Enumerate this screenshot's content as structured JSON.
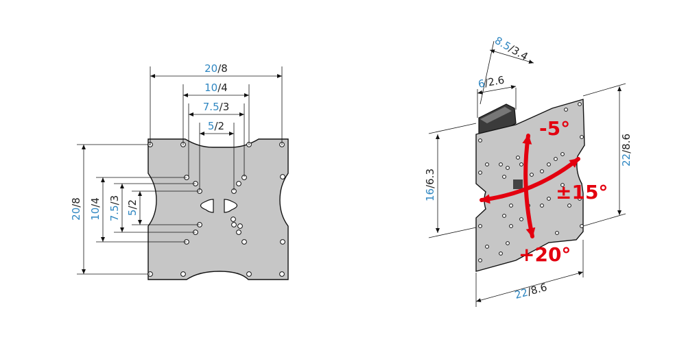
{
  "colors": {
    "metric": "#2e86c1",
    "imperial": "#222222",
    "rotation": "#e3000f",
    "plate": "#c6c6c6",
    "line": "#111111"
  },
  "front_view": {
    "width_labels": [
      {
        "metric": "20",
        "imperial": "8"
      },
      {
        "metric": "10",
        "imperial": "4"
      },
      {
        "metric": "7.5",
        "imperial": "3"
      },
      {
        "metric": "5",
        "imperial": "2"
      }
    ],
    "height_labels": [
      {
        "metric": "20",
        "imperial": "8"
      },
      {
        "metric": "10",
        "imperial": "4"
      },
      {
        "metric": "7.5",
        "imperial": "3"
      },
      {
        "metric": "5",
        "imperial": "2"
      }
    ]
  },
  "side_view": {
    "depth_top": {
      "metric": "8.5",
      "imperial": "3.4"
    },
    "depth_bracket": {
      "metric": "6",
      "imperial": "2.6"
    },
    "height_left": {
      "metric": "16",
      "imperial": "6.3"
    },
    "height_right": {
      "metric": "22",
      "imperial": "8.6"
    },
    "width_bottom": {
      "metric": "22",
      "imperial": "8.6"
    },
    "tilt_up": "-5°",
    "swivel": "±15°",
    "tilt_down": "+20°"
  }
}
